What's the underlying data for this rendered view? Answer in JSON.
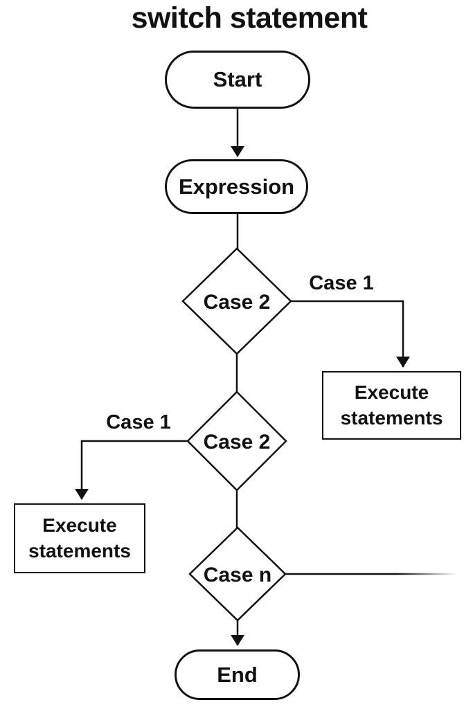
{
  "title": "switch statement",
  "nodes": {
    "start": {
      "type": "terminator",
      "label": "Start"
    },
    "expression": {
      "type": "terminator",
      "label": "Expression"
    },
    "decision1": {
      "type": "decision",
      "label": "Case 2"
    },
    "decision2": {
      "type": "decision",
      "label": "Case 2"
    },
    "decision3": {
      "type": "decision",
      "label": "Case n"
    },
    "execute_right": {
      "type": "process",
      "label": "Execute statements"
    },
    "execute_left": {
      "type": "process",
      "label": "Execute statements"
    },
    "end": {
      "type": "terminator",
      "label": "End"
    }
  },
  "edges": [
    {
      "from": "start",
      "to": "expression",
      "label": "",
      "arrowhead": true
    },
    {
      "from": "expression",
      "to": "decision1",
      "label": "",
      "arrowhead": false
    },
    {
      "from": "decision1",
      "to": "execute_right",
      "label": "Case 1",
      "arrowhead": true
    },
    {
      "from": "decision1",
      "to": "decision2",
      "label": "",
      "arrowhead": false
    },
    {
      "from": "decision2",
      "to": "execute_left",
      "label": "Case 1",
      "arrowhead": true
    },
    {
      "from": "decision2",
      "to": "decision3",
      "label": "",
      "arrowhead": false
    },
    {
      "from": "decision3",
      "to": "end",
      "label": "",
      "arrowhead": true
    },
    {
      "from": "decision3",
      "to": "offpage-right",
      "label": "",
      "arrowhead": false
    }
  ],
  "colors": {
    "stroke": "#111111",
    "text": "#111111",
    "background": "#ffffff"
  }
}
